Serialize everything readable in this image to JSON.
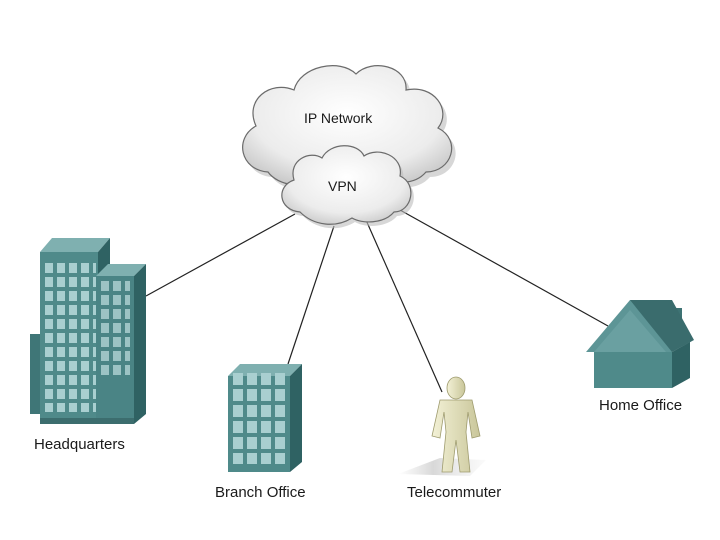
{
  "clouds": {
    "ip_network": "IP Network",
    "vpn": "VPN"
  },
  "nodes": {
    "headquarters": "Headquarters",
    "branch_office": "Branch Office",
    "telecommuter": "Telecommuter",
    "home_office": "Home Office"
  },
  "colors": {
    "building_front": "#4f8a8a",
    "building_side": "#2f6263",
    "building_top": "#7fb0b0",
    "window": "#a9cfd0",
    "cloud_fill": "#f2f2f2",
    "cloud_stroke": "#6b6b6b",
    "person_fill": "#e4e2bc",
    "connector": "#222222"
  },
  "icons": [
    "cloud-icon",
    "office-building-icon",
    "person-icon",
    "house-icon"
  ]
}
